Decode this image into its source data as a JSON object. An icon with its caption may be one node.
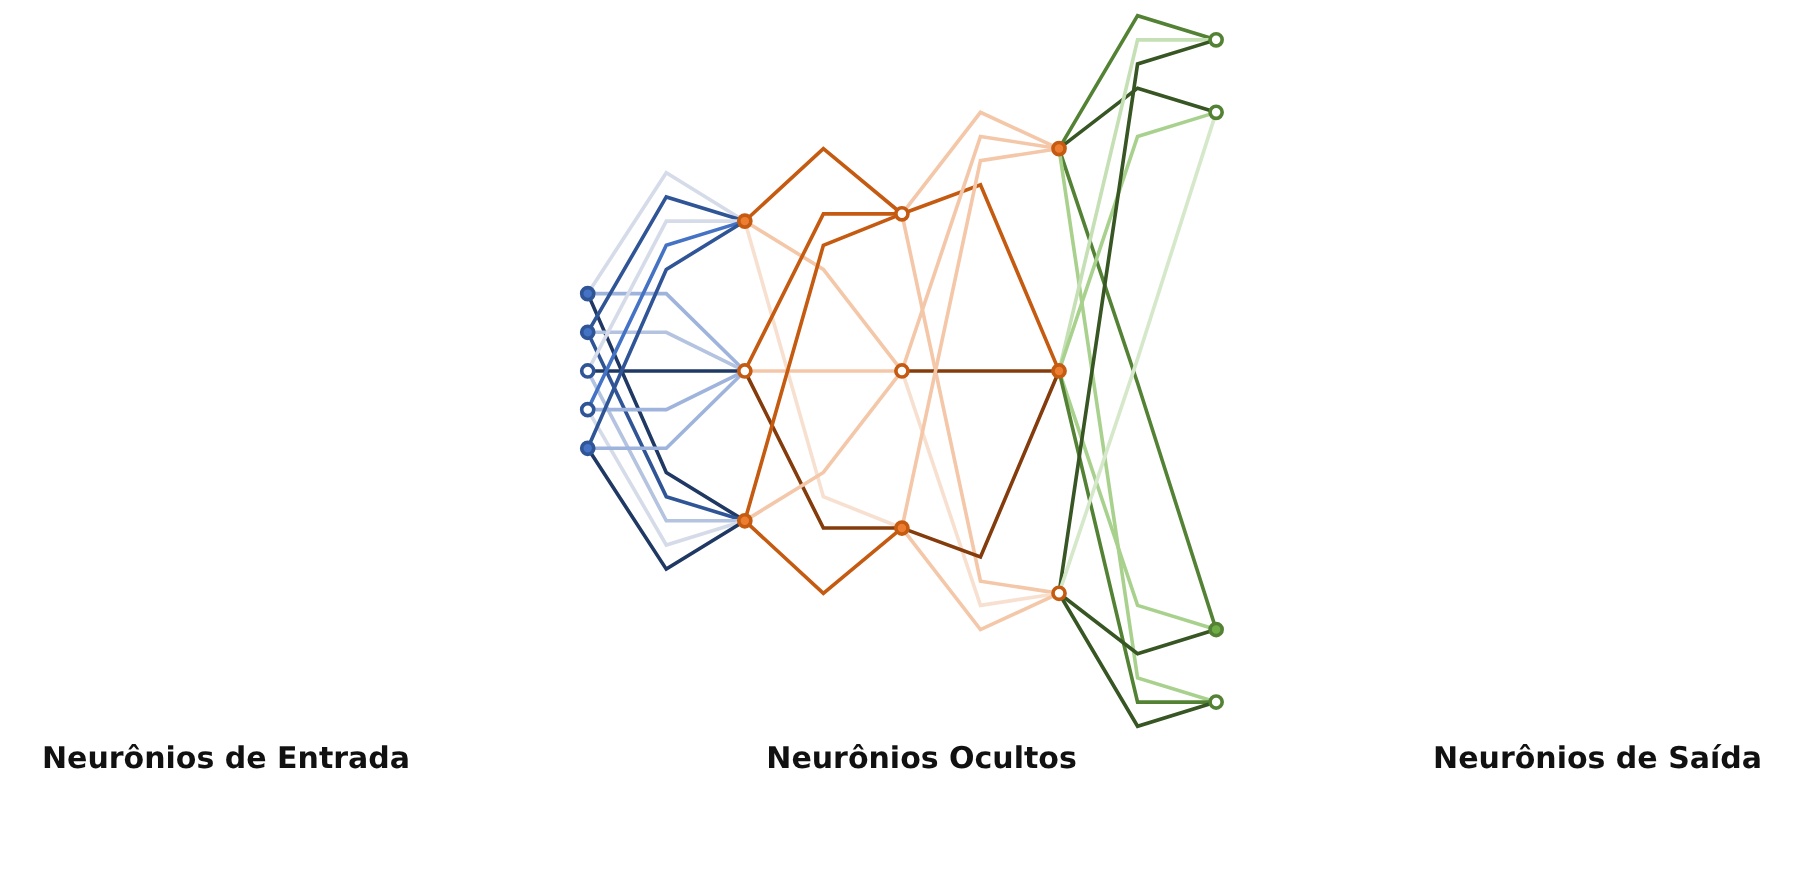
{
  "diagram": {
    "nodes": [
      {
        "text": [],
        "shape": "circle"
      },
      {
        "text": [],
        "shape": "circle"
      },
      {
        "text": [],
        "shape": "circle"
      },
      {
        "text": [],
        "shape": "circle"
      },
      {
        "text": [],
        "shape": "circle"
      },
      {
        "text": [],
        "shape": "circle"
      },
      {
        "text": [],
        "shape": "circle"
      },
      {
        "text": [],
        "shape": "circle"
      },
      {
        "text": [],
        "shape": "circle"
      },
      {
        "text": [],
        "shape": "circle"
      },
      {
        "text": [],
        "shape": "circle"
      },
      {
        "text": [],
        "shape": "circle"
      },
      {
        "text": [],
        "shape": "circle"
      },
      {
        "text": [],
        "shape": "circle"
      },
      {
        "text": [],
        "shape": "circle"
      },
      {
        "text": [],
        "shape": "circle"
      },
      {
        "text": [],
        "shape": "circle"
      },
      {
        "text": [],
        "shape": "circle"
      }
    ],
    "edges": [
      {
        "from": 0,
        "to": 5,
        "arrow": "none",
        "color": "#d5dbe8"
      },
      {
        "from": 0,
        "to": 6,
        "arrow": "none",
        "color": "#9fb4dc"
      },
      {
        "from": 0,
        "to": 7,
        "arrow": "none",
        "color": "#1f3864"
      },
      {
        "from": 1,
        "to": 5,
        "arrow": "none",
        "color": "#2f5597"
      },
      {
        "from": 1,
        "to": 6,
        "arrow": "none",
        "color": "#b4c3e0"
      },
      {
        "from": 1,
        "to": 7,
        "arrow": "none",
        "color": "#2f5597"
      },
      {
        "from": 2,
        "to": 5,
        "arrow": "none",
        "color": "#d5dbe8"
      },
      {
        "from": 2,
        "to": 6,
        "arrow": "none",
        "color": "#1f3864"
      },
      {
        "from": 2,
        "to": 7,
        "arrow": "none",
        "color": "#b4c3e0"
      },
      {
        "from": 3,
        "to": 5,
        "arrow": "none",
        "color": "#4472c4"
      },
      {
        "from": 3,
        "to": 6,
        "arrow": "none",
        "color": "#9fb4dc"
      },
      {
        "from": 3,
        "to": 7,
        "arrow": "none",
        "color": "#d5dbe8"
      },
      {
        "from": 4,
        "to": 5,
        "arrow": "none",
        "color": "#2f5597"
      },
      {
        "from": 4,
        "to": 6,
        "arrow": "none",
        "color": "#9fb4dc"
      },
      {
        "from": 4,
        "to": 7,
        "arrow": "none",
        "color": "#1f3864"
      },
      {
        "from": 5,
        "to": 8,
        "arrow": "none",
        "color": "#c55a11"
      },
      {
        "from": 5,
        "to": 9,
        "arrow": "none",
        "color": "#f4c7a8"
      },
      {
        "from": 5,
        "to": 10,
        "arrow": "none",
        "color": "#f8e0d0"
      },
      {
        "from": 6,
        "to": 8,
        "arrow": "none",
        "color": "#c55a11"
      },
      {
        "from": 6,
        "to": 9,
        "arrow": "none",
        "color": "#f4c7a8"
      },
      {
        "from": 6,
        "to": 10,
        "arrow": "none",
        "color": "#843c0c"
      },
      {
        "from": 7,
        "to": 8,
        "arrow": "none",
        "color": "#c55a11"
      },
      {
        "from": 7,
        "to": 9,
        "arrow": "none",
        "color": "#f4c7a8"
      },
      {
        "from": 7,
        "to": 10,
        "arrow": "none",
        "color": "#c55a11"
      },
      {
        "from": 8,
        "to": 11,
        "arrow": "none",
        "color": "#f4c7a8"
      },
      {
        "from": 8,
        "to": 12,
        "arrow": "none",
        "color": "#c55a11"
      },
      {
        "from": 8,
        "to": 13,
        "arrow": "none",
        "color": "#f4c7a8"
      },
      {
        "from": 9,
        "to": 11,
        "arrow": "none",
        "color": "#f4c7a8"
      },
      {
        "from": 9,
        "to": 12,
        "arrow": "none",
        "color": "#843c0c"
      },
      {
        "from": 9,
        "to": 13,
        "arrow": "none",
        "color": "#f8e0d0"
      },
      {
        "from": 10,
        "to": 11,
        "arrow": "none",
        "color": "#f4c7a8"
      },
      {
        "from": 10,
        "to": 12,
        "arrow": "none",
        "color": "#843c0c"
      },
      {
        "from": 10,
        "to": 13,
        "arrow": "none",
        "color": "#f4c7a8"
      },
      {
        "from": 11,
        "to": 14,
        "arrow": "none",
        "color": "#548235"
      },
      {
        "from": 11,
        "to": 15,
        "arrow": "none",
        "color": "#375623"
      },
      {
        "from": 11,
        "to": 16,
        "arrow": "none",
        "color": "#548235"
      },
      {
        "from": 11,
        "to": 17,
        "arrow": "none",
        "color": "#a9d18e"
      },
      {
        "from": 12,
        "to": 14,
        "arrow": "none",
        "color": "#c5e0b4"
      },
      {
        "from": 12,
        "to": 15,
        "arrow": "none",
        "color": "#a9d18e"
      },
      {
        "from": 12,
        "to": 16,
        "arrow": "none",
        "color": "#a9d18e"
      },
      {
        "from": 12,
        "to": 17,
        "arrow": "none",
        "color": "#548235"
      },
      {
        "from": 13,
        "to": 14,
        "arrow": "none",
        "color": "#375623"
      },
      {
        "from": 13,
        "to": 15,
        "arrow": "none",
        "color": "#d5e8c9"
      },
      {
        "from": 13,
        "to": 16,
        "arrow": "none",
        "color": "#375623"
      },
      {
        "from": 13,
        "to": 17,
        "arrow": "none",
        "color": "#375623"
      }
    ],
    "labels": [
      "Neurônios de Entrada",
      "Neurônios Ocultos",
      "Neurônios de Saída"
    ]
  }
}
